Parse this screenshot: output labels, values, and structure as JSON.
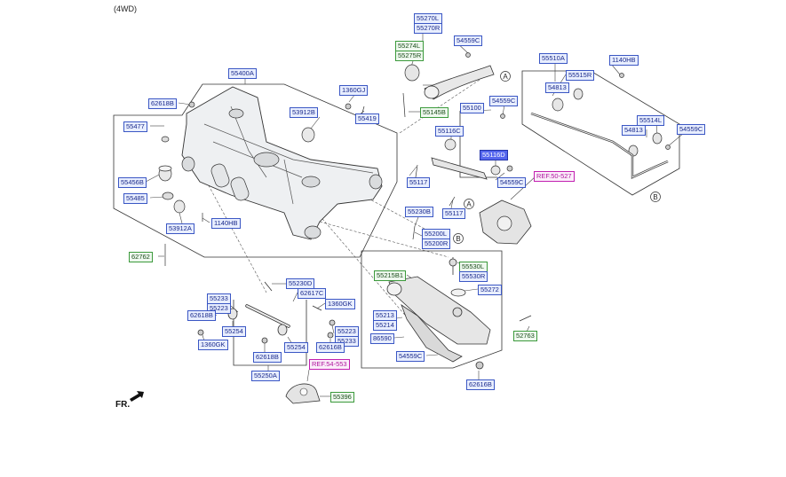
{
  "header": {
    "variant": "(4WD)"
  },
  "direction": "FR.",
  "labels": {
    "l55270": [
      "55270L",
      "55270R"
    ],
    "l55274": [
      "55274L",
      "55275R"
    ],
    "l54559a": "54559C",
    "l55510A": "55510A",
    "l1140a": "1140HB",
    "l55400A": "55400A",
    "l1360GJ": "1360GJ",
    "l62618a": "62618B",
    "l55515R": "55515R",
    "l54813a": "54813",
    "l55100": "55100",
    "l54559b": "54559C",
    "l53912B": "53912B",
    "l55145B": "55145B",
    "l55419": "55419",
    "l55477": "55477",
    "l55514L": "55514L",
    "l54813b": "54813",
    "l55116C": "55116C",
    "l54559c": "54559C",
    "l55116D": "55116D",
    "l55456B": "55456B",
    "l55117a": "55117",
    "l54559d": "54559C",
    "lref1": "REF.50-527",
    "l55485": "55485",
    "l55117b": "55117",
    "l55230B": "55230B",
    "l53912A": "53912A",
    "l1140b": "1140HB",
    "l55200": [
      "55200L",
      "55200R"
    ],
    "l62762": "62762",
    "l55530": [
      "55530L",
      "55530R"
    ],
    "l55215B1": "55215B1",
    "l55272": "55272",
    "l55230D": "55230D",
    "l62617C": "62617C",
    "l55233a": [
      "55233",
      "55223"
    ],
    "l62618c": "62618B",
    "l1360GKa": "1360GK",
    "l55254a": "55254",
    "l1360GKb": "1360GK",
    "l55223b": [
      "55223",
      "55233"
    ],
    "l62616a": "62616B",
    "l62618d": "62618B",
    "l55254b": "55254",
    "l55250A": "55250A",
    "l55213": [
      "55213",
      "55214"
    ],
    "l86590": "86590",
    "l52763": "52763",
    "l54559e": "54559C",
    "lref2": "REF.54-553",
    "l55396": "55396",
    "l62616b": "62616B"
  },
  "callouts": {
    "a1": "A",
    "b1": "B",
    "a2": "A",
    "b2": "B"
  }
}
